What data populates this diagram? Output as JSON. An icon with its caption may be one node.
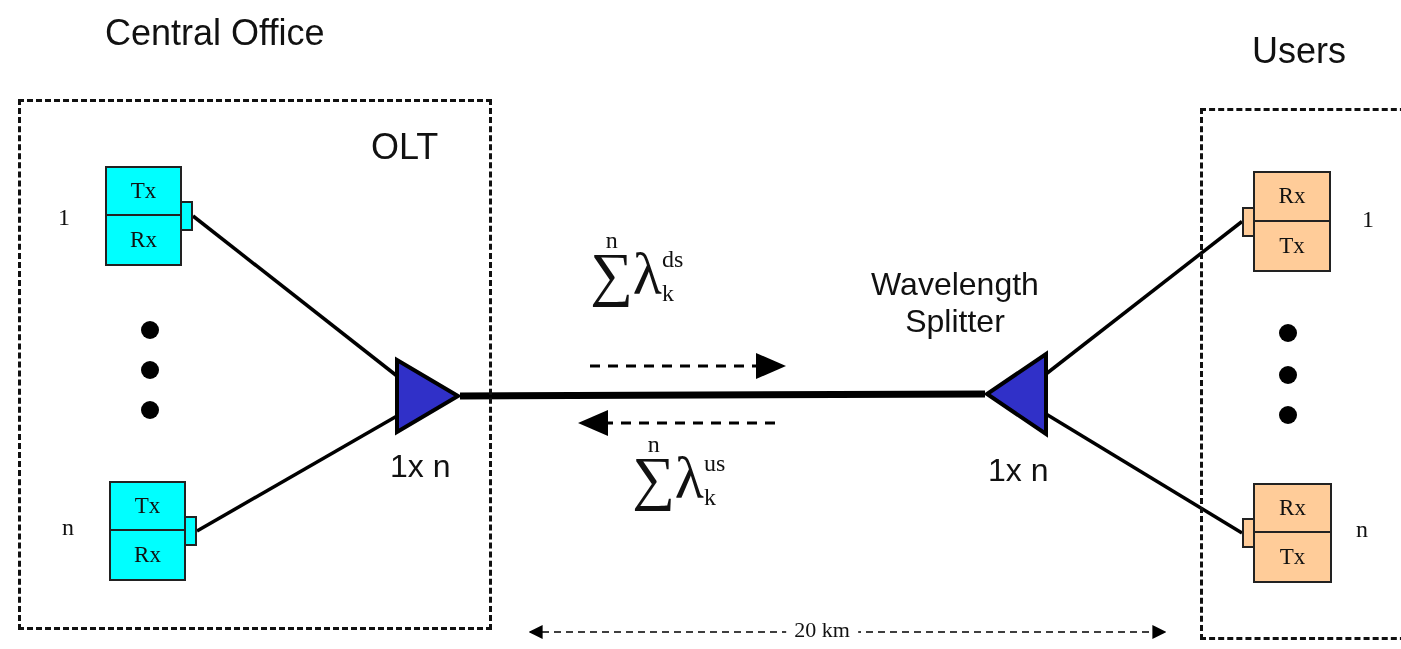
{
  "diagram": {
    "nodes": [
      {
        "text": [
          "Central Office",
          "OLT"
        ]
      },
      {
        "text": [
          "Tx",
          "Rx"
        ],
        "in": 0,
        "beside": [
          "1"
        ]
      },
      {
        "text": [
          "Tx",
          "Rx"
        ],
        "in": 0,
        "beside": [
          "n"
        ]
      },
      {
        "text": [],
        "shape": "triangle",
        "in": 0,
        "beside": [
          "1x n"
        ]
      },
      {
        "text": [
          "Users"
        ]
      },
      {
        "text": [
          "Rx",
          "Tx"
        ],
        "in": 4,
        "beside": [
          "1"
        ]
      },
      {
        "text": [
          "Rx",
          "Tx"
        ],
        "in": 4,
        "beside": [
          "n"
        ]
      },
      {
        "text": [],
        "shape": "triangle",
        "beside": [
          "Wavelength Splitter",
          "1x n"
        ]
      }
    ],
    "edges": [
      {
        "from": 1,
        "to": 3,
        "arrow": "none"
      },
      {
        "from": 2,
        "to": 3,
        "arrow": "none"
      },
      {
        "from": 3,
        "to": 7,
        "arrow": "none",
        "style": "thick"
      },
      {
        "from": 7,
        "to": 5,
        "arrow": "none"
      },
      {
        "from": 7,
        "to": 6,
        "arrow": "none"
      }
    ],
    "labels": [
      "∑$^{n}$λ$^{ds}$$_{k}$",
      "∑$^{n}$λ$^{us}$$_{k}$",
      "20 km"
    ]
  }
}
